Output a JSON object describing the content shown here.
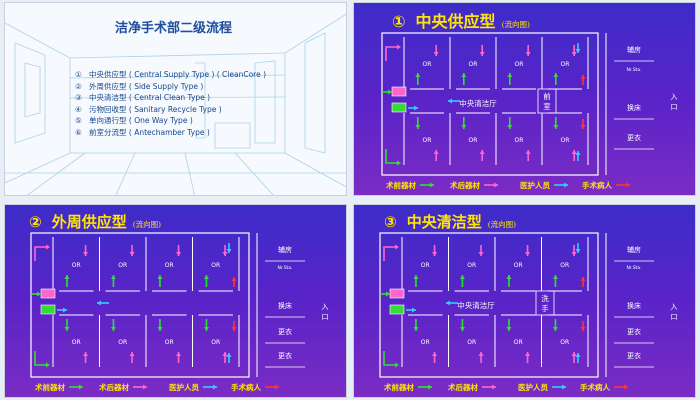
{
  "slide1": {
    "title": "洁净手术部二级流程",
    "items": [
      {
        "num": "①",
        "text": "中央供应型 ( Central Supply Type ) ( CleanCore )"
      },
      {
        "num": "②",
        "text": "外周供应型 ( Side Supply Type )"
      },
      {
        "num": "③",
        "text": "中央清洁型 ( Central Clean Type )"
      },
      {
        "num": "④",
        "text": "污物回收型 ( Sanitary Recycle Type )"
      },
      {
        "num": "⑤",
        "text": "单向通行型 ( One Way Type )"
      },
      {
        "num": "⑥",
        "text": "前室分流型 ( Antechamber Type )"
      }
    ]
  },
  "slides": [
    {
      "num": "①",
      "title": "中央供应型",
      "subtitle": "(流向图)",
      "center_label": "中央清洁厅",
      "side_label": "前室",
      "or_label": "OR",
      "nurse_station": "Nr.Sta.",
      "right_rooms": [
        "辅房",
        "换床",
        "更衣"
      ],
      "entrance": "入口"
    },
    {
      "num": "②",
      "title": "外周供应型",
      "subtitle": "(流向图)",
      "center_label": "",
      "side_label": "",
      "or_label": "OR",
      "nurse_station": "Nr.Sta.",
      "right_rooms": [
        "辅房",
        "换床",
        "更衣",
        "更衣"
      ],
      "entrance": "入口"
    },
    {
      "num": "③",
      "title": "中央清洁型",
      "subtitle": "(流向图)",
      "center_label": "中央清洁厅",
      "side_label": "洗手",
      "or_label": "OR",
      "nurse_station": "Nr.Sta.",
      "right_rooms": [
        "辅房",
        "换床",
        "更衣",
        "更衣"
      ],
      "entrance": "入口"
    }
  ],
  "legend": [
    {
      "label": "术前器材",
      "color": "#33dd33"
    },
    {
      "label": "术后器材",
      "color": "#ff66cc"
    },
    {
      "label": "医护人员",
      "color": "#33ccff"
    },
    {
      "label": "手术病人",
      "color": "#ff3333"
    }
  ]
}
